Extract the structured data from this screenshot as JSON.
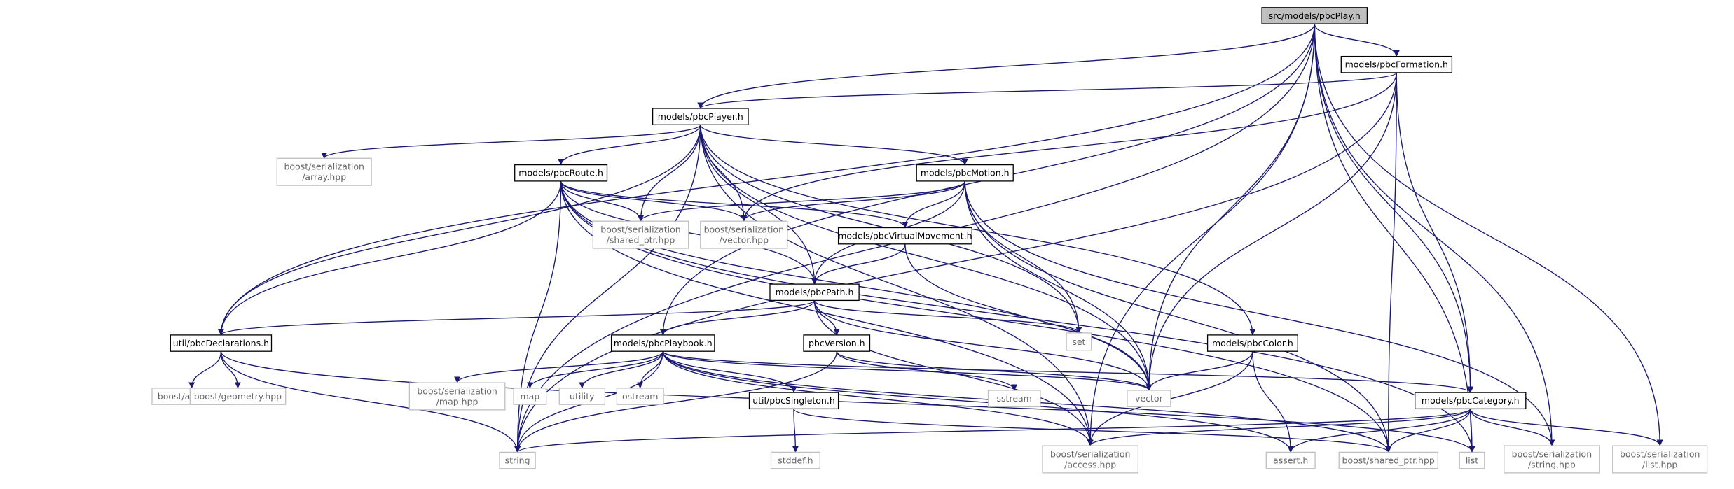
{
  "graph": {
    "colors": {
      "edge": "#191970",
      "node_border": "#000000",
      "external_border": "#bfbfbf",
      "external_text": "#666666",
      "root_fill": "#bfbfbf"
    },
    "nodes": {
      "pbcplay": {
        "lines": [
          "src/models/pbcPlay.h"
        ],
        "kind": "root"
      },
      "formation": {
        "lines": [
          "models/pbcFormation.h"
        ],
        "kind": "internal"
      },
      "player": {
        "lines": [
          "models/pbcPlayer.h"
        ],
        "kind": "internal"
      },
      "array": {
        "lines": [
          "boost/serialization",
          "/array.hpp"
        ],
        "kind": "external"
      },
      "route": {
        "lines": [
          "models/pbcRoute.h"
        ],
        "kind": "internal"
      },
      "motion": {
        "lines": [
          "models/pbcMotion.h"
        ],
        "kind": "internal"
      },
      "shared_ptr_hpp": {
        "lines": [
          "boost/serialization",
          "/shared_ptr.hpp"
        ],
        "kind": "external"
      },
      "vector_hpp": {
        "lines": [
          "boost/serialization",
          "/vector.hpp"
        ],
        "kind": "external"
      },
      "virtualmovement": {
        "lines": [
          "models/pbcVirtualMovement.h"
        ],
        "kind": "internal"
      },
      "path": {
        "lines": [
          "models/pbcPath.h"
        ],
        "kind": "internal"
      },
      "declarations": {
        "lines": [
          "util/pbcDeclarations.h"
        ],
        "kind": "internal"
      },
      "playbook": {
        "lines": [
          "models/pbcPlaybook.h"
        ],
        "kind": "internal"
      },
      "version": {
        "lines": [
          "pbcVersion.h"
        ],
        "kind": "internal"
      },
      "color": {
        "lines": [
          "models/pbcColor.h"
        ],
        "kind": "internal"
      },
      "set": {
        "lines": [
          "set"
        ],
        "kind": "external"
      },
      "boost_array": {
        "lines": [
          "boost/array.hpp"
        ],
        "kind": "external"
      },
      "geometry": {
        "lines": [
          "boost/geometry.hpp"
        ],
        "kind": "external"
      },
      "map_hpp": {
        "lines": [
          "boost/serialization",
          "/map.hpp"
        ],
        "kind": "external"
      },
      "map": {
        "lines": [
          "map"
        ],
        "kind": "external"
      },
      "utility": {
        "lines": [
          "utility"
        ],
        "kind": "external"
      },
      "ostream": {
        "lines": [
          "ostream"
        ],
        "kind": "external"
      },
      "singleton": {
        "lines": [
          "util/pbcSingleton.h"
        ],
        "kind": "internal"
      },
      "sstream": {
        "lines": [
          "sstream"
        ],
        "kind": "external"
      },
      "vector": {
        "lines": [
          "vector"
        ],
        "kind": "external"
      },
      "category": {
        "lines": [
          "models/pbcCategory.h"
        ],
        "kind": "internal"
      },
      "string": {
        "lines": [
          "string"
        ],
        "kind": "external"
      },
      "access": {
        "lines": [
          "boost/serialization",
          "/access.hpp"
        ],
        "kind": "external"
      },
      "assert": {
        "lines": [
          "assert.h"
        ],
        "kind": "external"
      },
      "boost_shared_ptr": {
        "lines": [
          "boost/shared_ptr.hpp"
        ],
        "kind": "external"
      },
      "list": {
        "lines": [
          "list"
        ],
        "kind": "external"
      },
      "string_hpp": {
        "lines": [
          "boost/serialization",
          "/string.hpp"
        ],
        "kind": "external"
      },
      "list_hpp": {
        "lines": [
          "boost/serialization",
          "/list.hpp"
        ],
        "kind": "external"
      },
      "stddef": {
        "lines": [
          "stddef.h"
        ],
        "kind": "external"
      }
    },
    "edges": [
      [
        "pbcplay",
        "formation"
      ],
      [
        "pbcplay",
        "player"
      ],
      [
        "pbcplay",
        "string"
      ],
      [
        "pbcplay",
        "declarations"
      ],
      [
        "pbcplay",
        "playbook"
      ],
      [
        "pbcplay",
        "vector"
      ],
      [
        "pbcplay",
        "category"
      ],
      [
        "pbcplay",
        "access"
      ],
      [
        "pbcplay",
        "list"
      ],
      [
        "pbcplay",
        "string_hpp"
      ],
      [
        "pbcplay",
        "list_hpp"
      ],
      [
        "formation",
        "player"
      ],
      [
        "formation",
        "vector_hpp"
      ],
      [
        "formation",
        "vector"
      ],
      [
        "formation",
        "string"
      ],
      [
        "formation",
        "boost_shared_ptr"
      ],
      [
        "formation",
        "category"
      ],
      [
        "player",
        "array"
      ],
      [
        "player",
        "route"
      ],
      [
        "player",
        "motion"
      ],
      [
        "player",
        "shared_ptr_hpp"
      ],
      [
        "player",
        "vector_hpp"
      ],
      [
        "player",
        "path"
      ],
      [
        "player",
        "declarations"
      ],
      [
        "player",
        "set"
      ],
      [
        "player",
        "vector"
      ],
      [
        "player",
        "color"
      ],
      [
        "player",
        "string"
      ],
      [
        "player",
        "access"
      ],
      [
        "route",
        "shared_ptr_hpp"
      ],
      [
        "route",
        "vector_hpp"
      ],
      [
        "route",
        "virtualmovement"
      ],
      [
        "route",
        "path"
      ],
      [
        "route",
        "declarations"
      ],
      [
        "route",
        "string"
      ],
      [
        "route",
        "vector"
      ],
      [
        "route",
        "access"
      ],
      [
        "route",
        "boost_shared_ptr"
      ],
      [
        "route",
        "list"
      ],
      [
        "motion",
        "shared_ptr_hpp"
      ],
      [
        "motion",
        "vector_hpp"
      ],
      [
        "motion",
        "virtualmovement"
      ],
      [
        "motion",
        "path"
      ],
      [
        "motion",
        "set"
      ],
      [
        "motion",
        "vector"
      ],
      [
        "motion",
        "boost_shared_ptr"
      ],
      [
        "motion",
        "string_hpp"
      ],
      [
        "virtualmovement",
        "path"
      ],
      [
        "virtualmovement",
        "vector"
      ],
      [
        "path",
        "declarations"
      ],
      [
        "path",
        "playbook"
      ],
      [
        "path",
        "version"
      ],
      [
        "path",
        "set"
      ],
      [
        "path",
        "vector"
      ],
      [
        "path",
        "access"
      ],
      [
        "declarations",
        "boost_array"
      ],
      [
        "declarations",
        "geometry"
      ],
      [
        "declarations",
        "string"
      ],
      [
        "declarations",
        "list"
      ],
      [
        "playbook",
        "map_hpp"
      ],
      [
        "playbook",
        "map"
      ],
      [
        "playbook",
        "utility"
      ],
      [
        "playbook",
        "ostream"
      ],
      [
        "playbook",
        "singleton"
      ],
      [
        "playbook",
        "vector"
      ],
      [
        "playbook",
        "category"
      ],
      [
        "playbook",
        "string"
      ],
      [
        "playbook",
        "access"
      ],
      [
        "playbook",
        "boost_shared_ptr"
      ],
      [
        "playbook",
        "assert"
      ],
      [
        "version",
        "sstream"
      ],
      [
        "version",
        "vector"
      ],
      [
        "version",
        "string"
      ],
      [
        "color",
        "vector"
      ],
      [
        "color",
        "access"
      ],
      [
        "color",
        "assert"
      ],
      [
        "singleton",
        "stddef"
      ],
      [
        "singleton",
        "boost_shared_ptr"
      ],
      [
        "category",
        "string"
      ],
      [
        "category",
        "access"
      ],
      [
        "category",
        "assert"
      ],
      [
        "category",
        "boost_shared_ptr"
      ],
      [
        "category",
        "list"
      ],
      [
        "category",
        "string_hpp"
      ],
      [
        "category",
        "list_hpp"
      ]
    ]
  }
}
